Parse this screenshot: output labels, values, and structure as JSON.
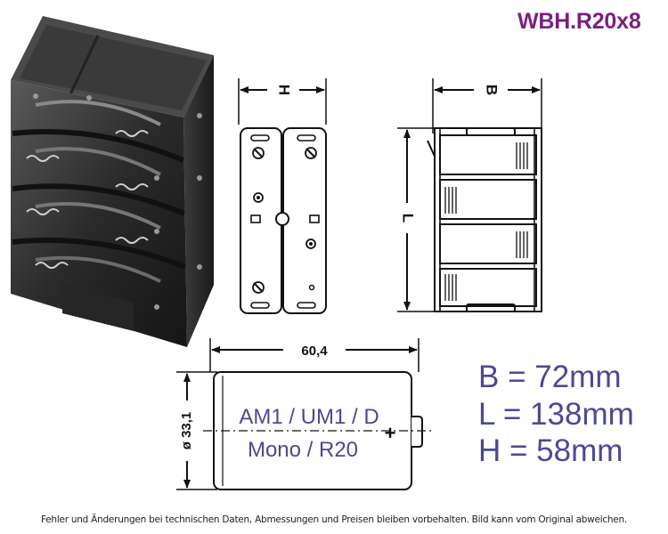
{
  "title": "WBH.R20x8",
  "dimensions": {
    "h_label": "H",
    "b_label": "B",
    "l_label": "L",
    "width_value": "60,4",
    "diameter_value": "ø 33,1"
  },
  "battery": {
    "line1": "AM1 / UM1 / D",
    "line2": "Mono / R20",
    "plus": "+"
  },
  "specs": {
    "b": "B = 72mm",
    "l": "L = 138mm",
    "h": "H = 58mm"
  },
  "footer": "Fehler und Änderungen bei technischen Daten, Abmessungen und Preisen bleiben vorbehalten. Bild kann vom Original abweichen.",
  "colors": {
    "title": "#7b1f7e",
    "specs": "#4b4993",
    "battery_text": "#4b4993"
  }
}
